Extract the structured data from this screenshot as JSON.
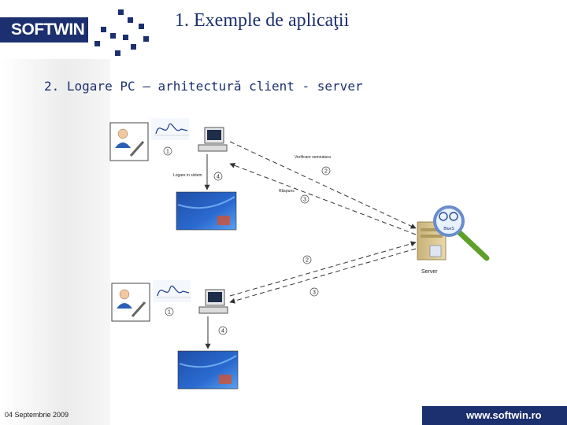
{
  "header": {
    "logo_text": "SOFTWIN",
    "title": "1. Exemple de aplicaţii"
  },
  "subtitle": "2. Logare PC – arhitectură client - server",
  "diagram": {
    "labels": {
      "verify_signature": "Verificare semnatura",
      "response": "Răspuns",
      "login_user": "Logare in sistem",
      "server": "Server"
    },
    "top_steps": [
      "1",
      "2",
      "3",
      "4"
    ],
    "bottom_steps": [
      "1",
      "2",
      "3",
      "4"
    ],
    "server_badge": "BlueS"
  },
  "footer": {
    "date": "04 Septembrie 2009",
    "url": "www.softwin.ro"
  },
  "colors": {
    "brand": "#1c2f6e",
    "arrow": "#333333",
    "magnifier_handle": "#5fa02a"
  },
  "icons": [
    "user-icon",
    "signature-icon",
    "pen-icon",
    "computer-icon",
    "desktop-screenshot",
    "server-icon",
    "magnifier-icon"
  ]
}
